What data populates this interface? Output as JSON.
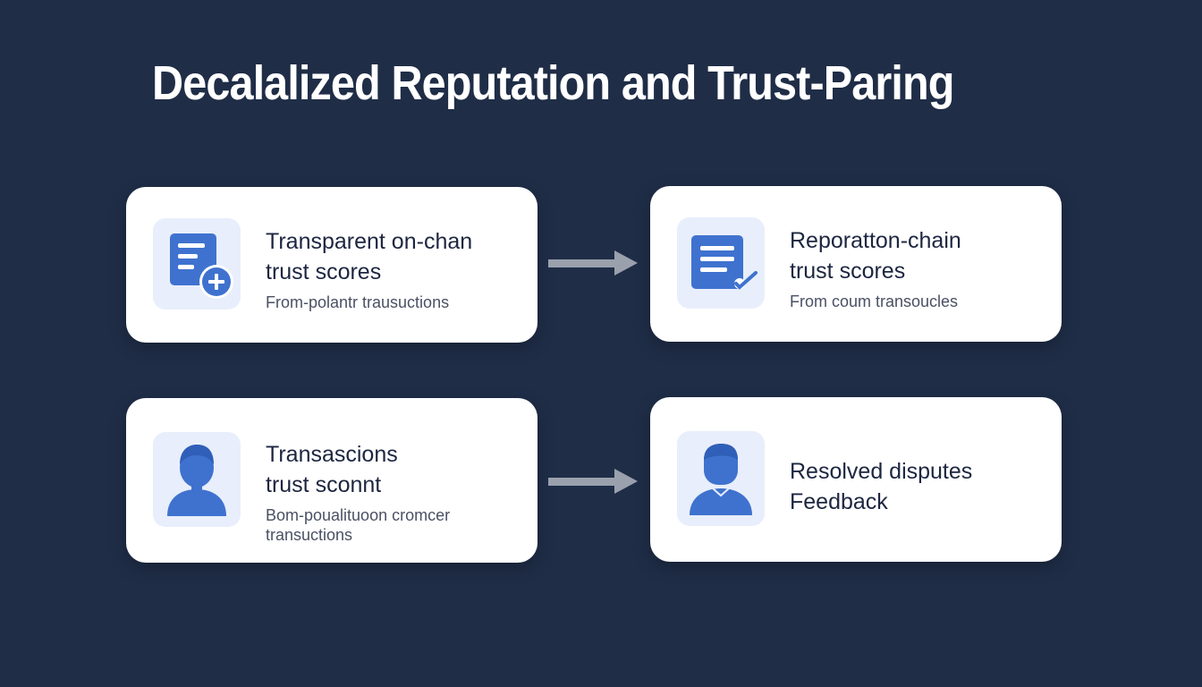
{
  "title": "Decalalized Reputation and Trust-Paring",
  "colors": {
    "background": "#1f2d47",
    "card": "#ffffff",
    "icon_bg": "#e8eefb",
    "icon_blue": "#3f72cf",
    "arrow": "#9aa1ad",
    "text": "#1d2640"
  },
  "cards": [
    {
      "icon": "document-add-icon",
      "heading_line1": "Transparent on-chan",
      "heading_line2": "trust scores",
      "subtext_line1": "From-polantr trausuctions",
      "subtext_line2": ""
    },
    {
      "icon": "document-check-icon",
      "heading_line1": "Reporatton-chain",
      "heading_line2": "trust scores",
      "subtext_line1": "From coum transoucles",
      "subtext_line2": ""
    },
    {
      "icon": "user-avatar-icon",
      "heading_line1": "Transascions",
      "heading_line2": "trust sconnt",
      "subtext_line1": "Bom-poualituoon cromcer",
      "subtext_line2": "transuctions"
    },
    {
      "icon": "user-avatar-icon",
      "heading_line1": "Resolved disputes",
      "heading_line2": "Feedback",
      "subtext_line1": "",
      "subtext_line2": ""
    }
  ],
  "arrows": [
    {
      "from": "card-1",
      "to": "card-2",
      "icon": "arrow-right-icon"
    },
    {
      "from": "card-3",
      "to": "card-4",
      "icon": "arrow-right-icon"
    }
  ]
}
